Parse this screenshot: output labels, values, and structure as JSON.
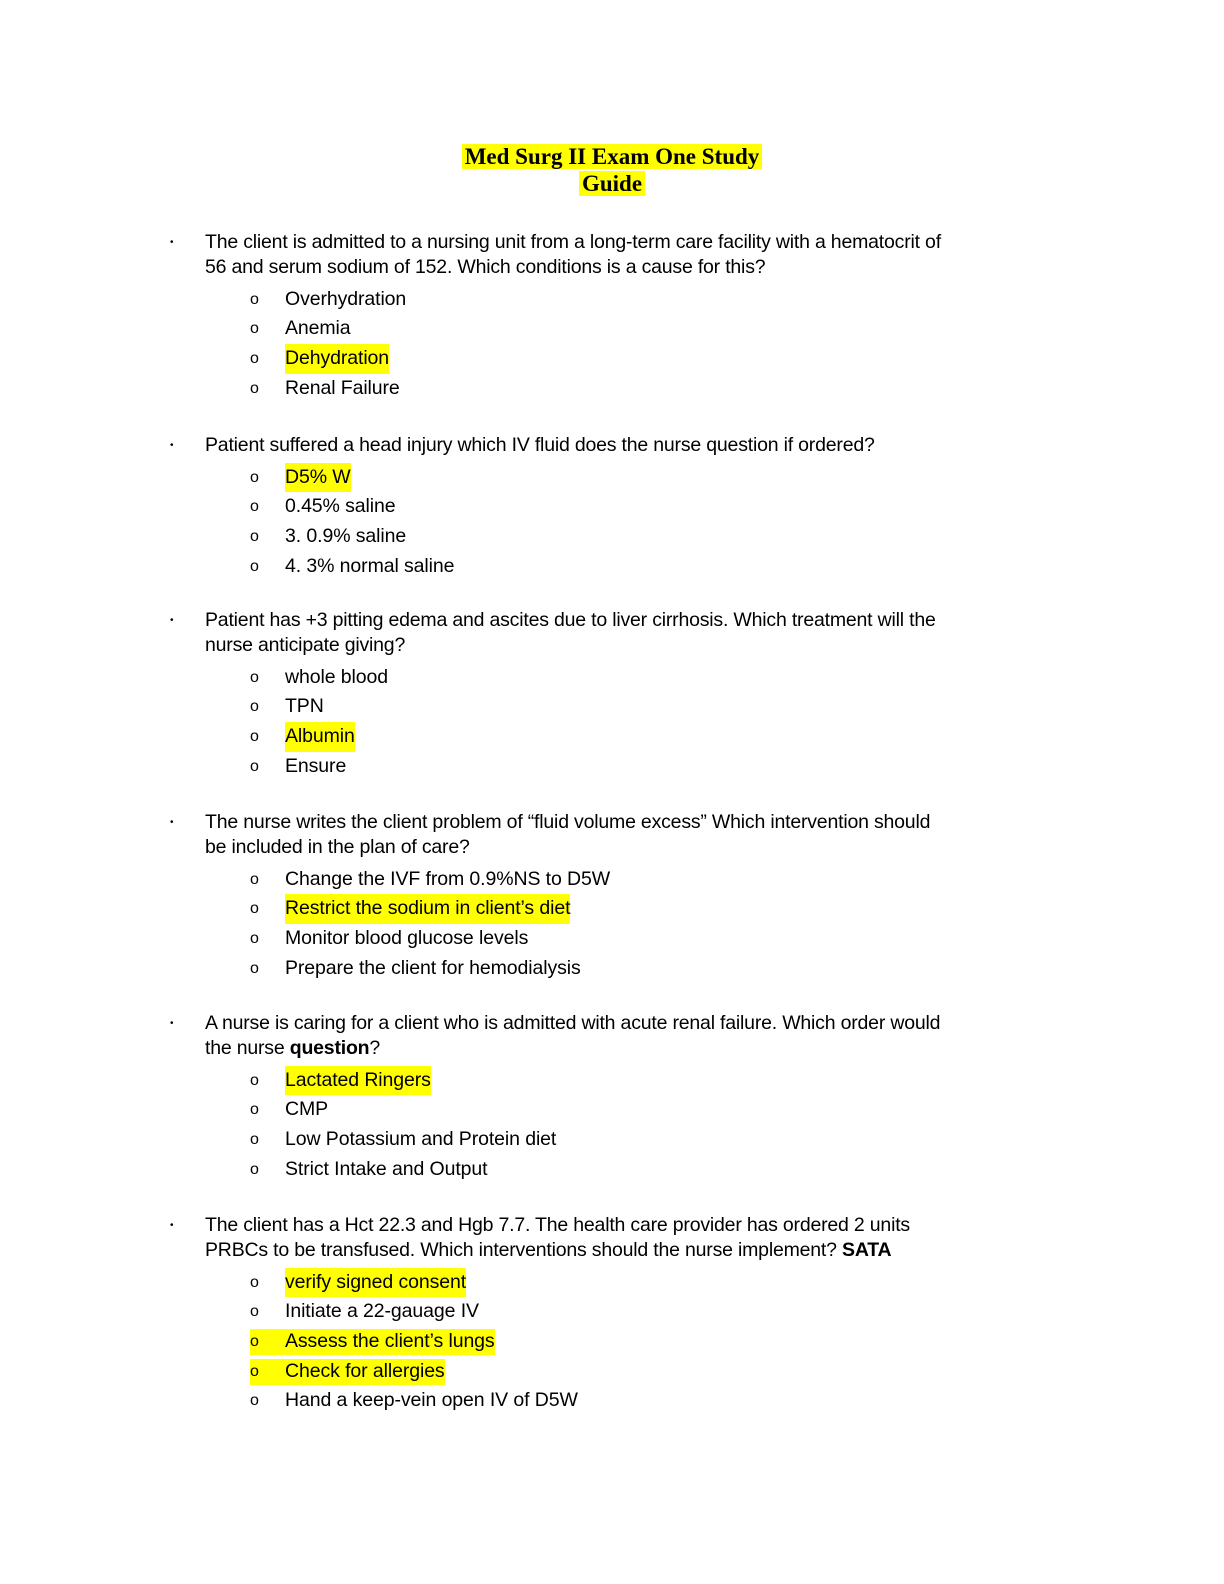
{
  "title": [
    "Med Surg II Exam One Study",
    "Guide"
  ],
  "highlight_color": "#ffff00",
  "questions": [
    {
      "lines": [
        [
          "The client is admitted to a nursing unit from a long-term care facility with a hematocrit of"
        ],
        [
          "56 and serum sodium of 152.  Which conditions is a cause for this?"
        ]
      ],
      "options": [
        {
          "text": "Overhydration",
          "hl": false
        },
        {
          "text": "Anemia",
          "hl": false
        },
        {
          "text": "Dehydration",
          "hl": true
        },
        {
          "text": "Renal Failure",
          "hl": false
        }
      ]
    },
    {
      "lines": [
        [
          "Patient suffered a head injury which IV fluid does the nurse question if ordered?"
        ]
      ],
      "options": [
        {
          "text": "D5% W",
          "hl": true
        },
        {
          "text": "0.45% saline",
          "hl": false
        },
        {
          "text": "3. 0.9% saline",
          "hl": false
        },
        {
          "text": "4. 3% normal saline",
          "hl": false
        }
      ]
    },
    {
      "lines": [
        [
          "Patient has +3 pitting edema and ascites due to liver cirrhosis. Which treatment will the"
        ],
        [
          "nurse anticipate giving?"
        ]
      ],
      "options": [
        {
          "text": "whole blood",
          "hl": false
        },
        {
          "text": "TPN",
          "hl": false
        },
        {
          "text": "Albumin",
          "hl": true
        },
        {
          "text": "Ensure",
          "hl": false
        }
      ]
    },
    {
      "lines": [
        [
          "The nurse writes the client problem of “fluid volume excess” Which intervention should"
        ],
        [
          "be included in the plan of care?"
        ]
      ],
      "options": [
        {
          "text": "Change the IVF from 0.9%NS to D5W",
          "hl": false
        },
        {
          "text": "Restrict the sodium in client’s diet",
          "hl": true
        },
        {
          "text": "Monitor blood glucose levels",
          "hl": false
        },
        {
          "text": "Prepare the client for hemodialysis",
          "hl": false
        }
      ]
    },
    {
      "lines": [
        [
          "A nurse is caring for a client who is admitted with acute renal failure. Which order would"
        ],
        [
          "the nurse ",
          "question",
          "?"
        ]
      ],
      "options": [
        {
          "text": "Lactated Ringers",
          "hl": true
        },
        {
          "text": "CMP",
          "hl": false
        },
        {
          "text": "Low Potassium and Protein diet",
          "hl": false
        },
        {
          "text": "Strict Intake and Output",
          "hl": false
        }
      ]
    },
    {
      "lines": [
        [
          "The client has a Hct 22.3 and Hgb 7.7. The health care provider has ordered 2 units"
        ],
        [
          "PRBCs to be transfused.  Which interventions should the nurse implement? ",
          "SATA"
        ]
      ],
      "options": [
        {
          "text": "verify signed consent",
          "hl": true
        },
        {
          "text": "Initiate a 22-gauage IV",
          "hl": false
        },
        {
          "text": "Assess the client’s lungs",
          "hl": "full"
        },
        {
          "text": "Check for allergies",
          "hl": "full"
        },
        {
          "text": "Hand a keep-vein open IV of D5W",
          "hl": false
        }
      ]
    }
  ]
}
